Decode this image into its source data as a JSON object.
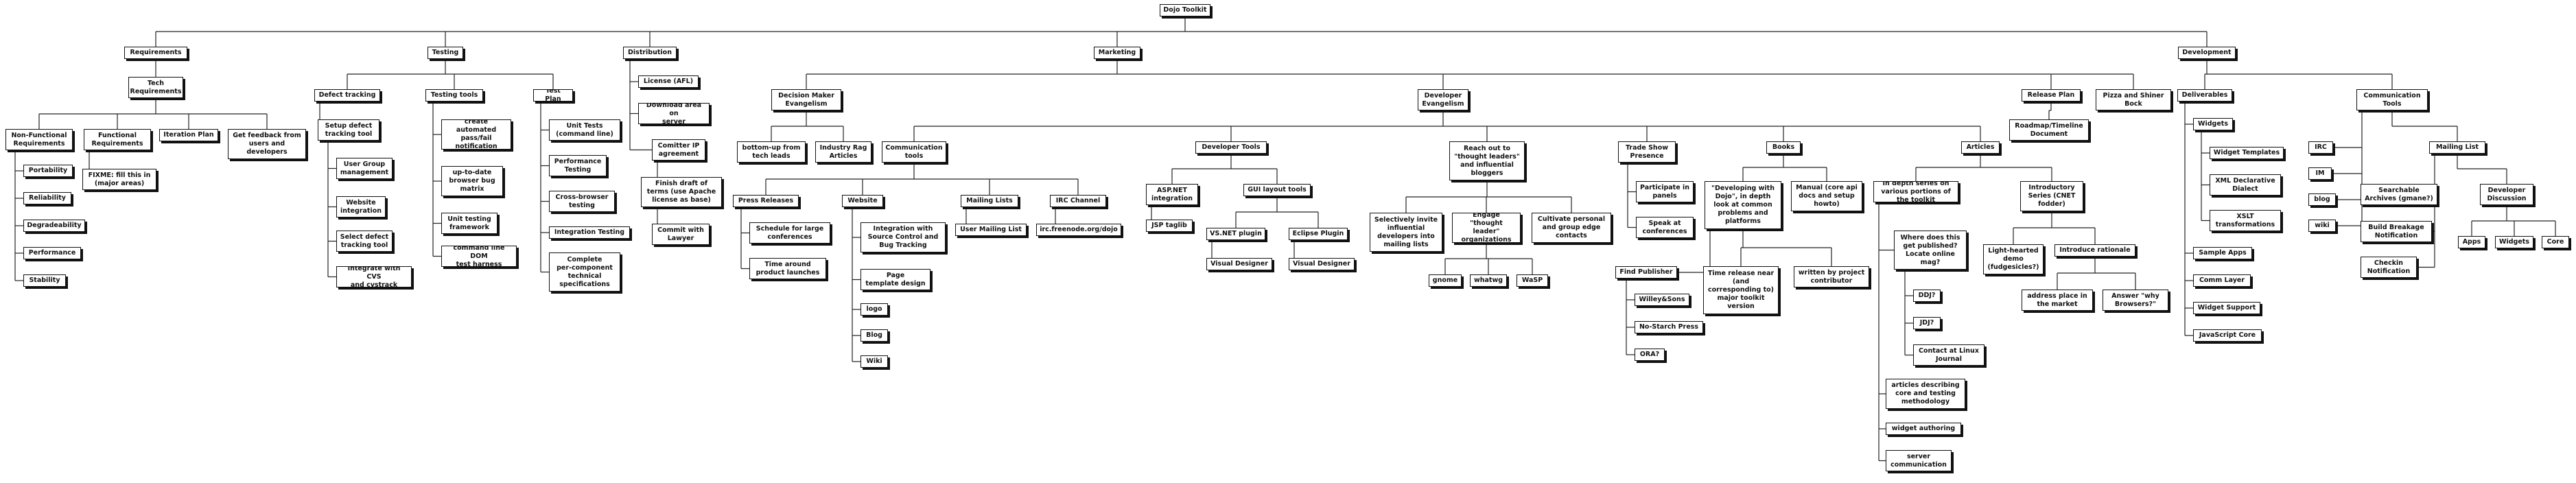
{
  "mindmap": {
    "root": "Dojo Toolkit",
    "nodes": {
      "requirements": "Requirements",
      "tech_requirements": "Tech\nRequirements",
      "nonfunctional": "Non-Functional\nRequirements",
      "portability": "Portability",
      "reliability": "Reliability",
      "degradeability": "Degradeability",
      "performance": "Performance",
      "stability": "Stability",
      "functional": "Functional\nRequirements",
      "fixme": "FIXME: fill this in\n(major areas)",
      "iteration_plan": "Iteration Plan",
      "get_feedback": "Get feedback from\nusers and\ndevelopers",
      "testing": "Testing",
      "defect_tracking": "Defect tracking",
      "setup_defect": "Setup defect\ntracking tool",
      "user_group": "User Group\nmanagement",
      "website_integration": "Website\nintegration",
      "select_defect": "Select defect\ntracking tool",
      "integrate_cvs": "Integrate with CVS\nand cvstrack",
      "testing_tools": "Testing tools",
      "create_automated": "create automated\npass/fail\nnotification",
      "up_to_date": "up-to-date\nbrowser bug\nmatrix",
      "unit_testing_fw": "Unit testing\nframework",
      "command_line_dom": "command line DOM\ntest harness",
      "test_plan": "Test Plan",
      "unit_tests": "Unit Tests\n(command line)",
      "perf_testing": "Performance\nTesting",
      "cross_browser": "Cross-browser\ntesting",
      "integration_testing": "Integration Testing",
      "complete_per_component": "Complete\nper-component\ntechnical\nspecifications",
      "distribution": "Distribution",
      "license": "License (AFL)",
      "download_area": "Download area on\nserver",
      "comitter_ip": "Comitter IP\nagreement",
      "finish_draft": "Finish draft of\nterms (use Apache\nlicense as base)",
      "commit_lawyer": "Commit with\nLawyer",
      "marketing": "Marketing",
      "decision_maker": "Decision Maker\nEvangelism",
      "bottom_up": "bottom-up from\ntech leads",
      "industry_rag": "Industry Rag\nArticles",
      "developer_evangelism": "Developer\nEvangelism",
      "communication_tools_m": "Communication\ntools",
      "press_releases": "Press Releases",
      "schedule_large": "Schedule for large\nconferences",
      "time_around": "Time around\nproduct launches",
      "website": "Website",
      "integration_source": "Integration with\nSource Control and\nBug Tracking",
      "page_template": "Page\ntemplate design",
      "logo": "logo",
      "blog_w": "Blog",
      "wiki_w": "Wiki",
      "mailing_lists": "Mailing Lists",
      "user_mailing_list": "User Mailing List",
      "irc_channel": "IRC Channel",
      "irc_freenode": "irc.freenode.org/dojo",
      "developer_tools": "Developer Tools",
      "aspnet": "ASP.NET\nintegration",
      "jsp_taglib": "JSP taglib",
      "gui_layout": "GUI layout tools",
      "vsnet_plugin": "VS.NET plugin",
      "visual_designer_1": "Visual Designer",
      "eclipse_plugin": "Eclipse Plugin",
      "visual_designer_2": "Visual Designer",
      "reach_out": "Reach out to\n\"thought leaders\"\nand influential\nbloggers",
      "selectively_invite": "Selectively invite\ninfluential\ndevelopers into\nmailing lists",
      "engage_thought": "Engage \"thought\nleader\"\norganizations",
      "gnome": "gnome",
      "whatwg": "whatwg",
      "wasp": "WaSP",
      "cultivate": "Cultivate personal\nand group edge\ncontacts",
      "trade_show": "Trade Show\nPresence",
      "participate_panels": "Participate in\npanels",
      "speak_conferences": "Speak at\nconferences",
      "books": "Books",
      "developing_with_dojo": "\"Developing with\nDojo\", in depth\nlook at common\nproblems and\nplatforms",
      "find_publisher": "Find Publisher",
      "wiley": "Willey&Sons",
      "no_starch": "No-Starch Press",
      "oreilly": "ORA?",
      "time_release_near": "Time release near\n(and\ncorresponding to)\nmajor toolkit\nversion",
      "written_by_project": "written by project\ncontributor",
      "manual_core": "Manual (core api\ndocs and setup\nhowto)",
      "articles": "Articles",
      "in_depth_series": "In depth series on\nvarious portions of\nthe toolkit",
      "where_published": "Where does this\nget published?\nLocate online\nmag?",
      "ddj": "DDJ?",
      "jdj": "JDJ?",
      "contact_linux": "Contact at Linux\nJournal",
      "articles_describing": "articles describing\ncore and testing\nmethodology",
      "widget_authoring": "widget authoring",
      "server_communication": "server\ncommunication",
      "introductory_series": "Introductory\nSeries (CNET\nfodder)",
      "light_hearted": "Light-hearted\ndemo\n(fudgesicles?)",
      "introduce_rationale": "Introduce rationale",
      "address_place": "address place in\nthe market",
      "answer_why": "Answer \"why\nBrowsers?\"",
      "release_plan": "Release Plan",
      "roadmap_timeline": "Roadmap/Timeline\nDocument",
      "pizza_shiner": "Pizza and Shiner\nBock",
      "development": "Development",
      "deliverables": "Deliverables",
      "widgets_d": "Widgets",
      "widget_templates": "Widget Templates",
      "xml_declarative": "XML Declarative\nDialect",
      "xslt_transformations": "XSLT\ntransformations",
      "sample_apps": "Sample Apps",
      "comm_layer": "Comm Layer",
      "widget_support": "Widget Support",
      "javascript_core": "JavaScript Core",
      "communication_tools_d": "Communication\nTools",
      "irc_d": "IRC",
      "im_d": "IM",
      "blog_d": "blog",
      "wiki_d": "wiki",
      "mailing_list_d": "Mailing List",
      "searchable_archives": "Searchable\nArchives (gmane?)",
      "build_breakage": "Build Breakage\nNotification",
      "checkin_notification": "Checkin\nNotification",
      "developer_discussion": "Developer\nDiscussion",
      "apps": "Apps",
      "widgets_dd": "Widgets",
      "core_dd": "Core"
    }
  }
}
